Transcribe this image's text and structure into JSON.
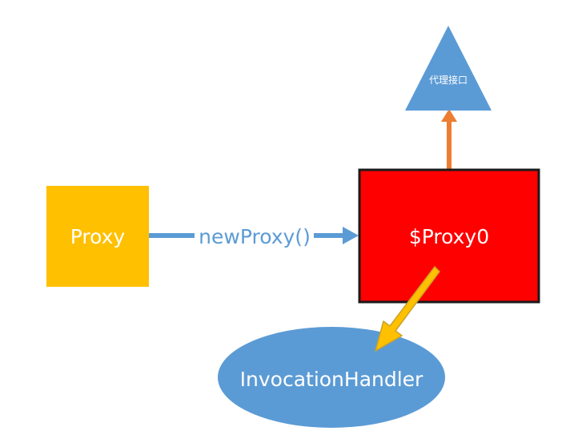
{
  "diagram": {
    "nodes": {
      "proxy": {
        "label": "Proxy",
        "color": "#FFC000"
      },
      "proxy0": {
        "label": "$Proxy0",
        "color": "#FF0000",
        "border": "#1a1a1a"
      },
      "interface": {
        "label": "代理接口",
        "color": "#5B9BD5"
      },
      "handler": {
        "label": "InvocationHandler",
        "color": "#5B9BD5"
      }
    },
    "edges": {
      "new_proxy": {
        "label": "newProxy()",
        "color": "#5B9BD5"
      },
      "implements": {
        "color": "#ED7D31"
      },
      "delegates": {
        "color": "#FFC000",
        "outline": "#C9A227"
      }
    }
  }
}
